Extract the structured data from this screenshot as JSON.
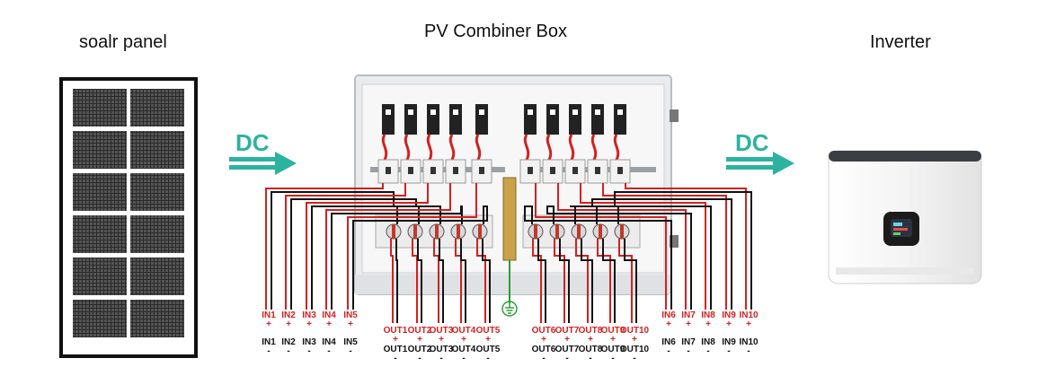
{
  "titles": {
    "panel": "soalr panel",
    "box": "PV Combiner Box",
    "inverter": "Inverter"
  },
  "arrows": {
    "left": "DC",
    "right": "DC"
  },
  "colors": {
    "positive": "#d42020",
    "negative": "#111111",
    "ground": "#2e9c3a",
    "arrow": "#2bb3a0",
    "enclosure": "#e6e8ea"
  },
  "terminals": {
    "inputs_left": [
      {
        "pos": "IN1",
        "plus": "+",
        "neg": "IN1",
        "minus": "-"
      },
      {
        "pos": "IN2",
        "plus": "+",
        "neg": "IN2",
        "minus": "-"
      },
      {
        "pos": "IN3",
        "plus": "+",
        "neg": "IN3",
        "minus": "-"
      },
      {
        "pos": "IN4",
        "plus": "+",
        "neg": "IN4",
        "minus": "-"
      },
      {
        "pos": "IN5",
        "plus": "+",
        "neg": "IN5",
        "minus": "-"
      }
    ],
    "outputs_left": [
      {
        "pos": "OUT1",
        "plus": "+",
        "neg": "OUT1",
        "minus": "-"
      },
      {
        "pos": "OUT2",
        "plus": "+",
        "neg": "OUT2",
        "minus": "-"
      },
      {
        "pos": "OUT3",
        "plus": "+",
        "neg": "OUT3",
        "minus": "-"
      },
      {
        "pos": "OUT4",
        "plus": "+",
        "neg": "OUT4",
        "minus": "-"
      },
      {
        "pos": "OUT5",
        "plus": "+",
        "neg": "OUT5",
        "minus": "-"
      }
    ],
    "outputs_right": [
      {
        "pos": "OUT6",
        "plus": "+",
        "neg": "OUT6",
        "minus": "-"
      },
      {
        "pos": "OUT7",
        "plus": "+",
        "neg": "OUT7",
        "minus": "-"
      },
      {
        "pos": "OUT8",
        "plus": "+",
        "neg": "OUT8",
        "minus": "-"
      },
      {
        "pos": "OUT9",
        "plus": "+",
        "neg": "OUT9",
        "minus": "-"
      },
      {
        "pos": "OUT10",
        "plus": "+",
        "neg": "OUT10",
        "minus": "-"
      }
    ],
    "inputs_right": [
      {
        "pos": "IN6",
        "plus": "+",
        "neg": "IN6",
        "minus": "-"
      },
      {
        "pos": "IN7",
        "plus": "+",
        "neg": "IN7",
        "minus": "-"
      },
      {
        "pos": "IN8",
        "plus": "+",
        "neg": "IN8",
        "minus": "-"
      },
      {
        "pos": "IN9",
        "plus": "+",
        "neg": "IN9",
        "minus": "-"
      },
      {
        "pos": "IN10",
        "plus": "+",
        "neg": "IN10",
        "minus": "-"
      }
    ]
  }
}
